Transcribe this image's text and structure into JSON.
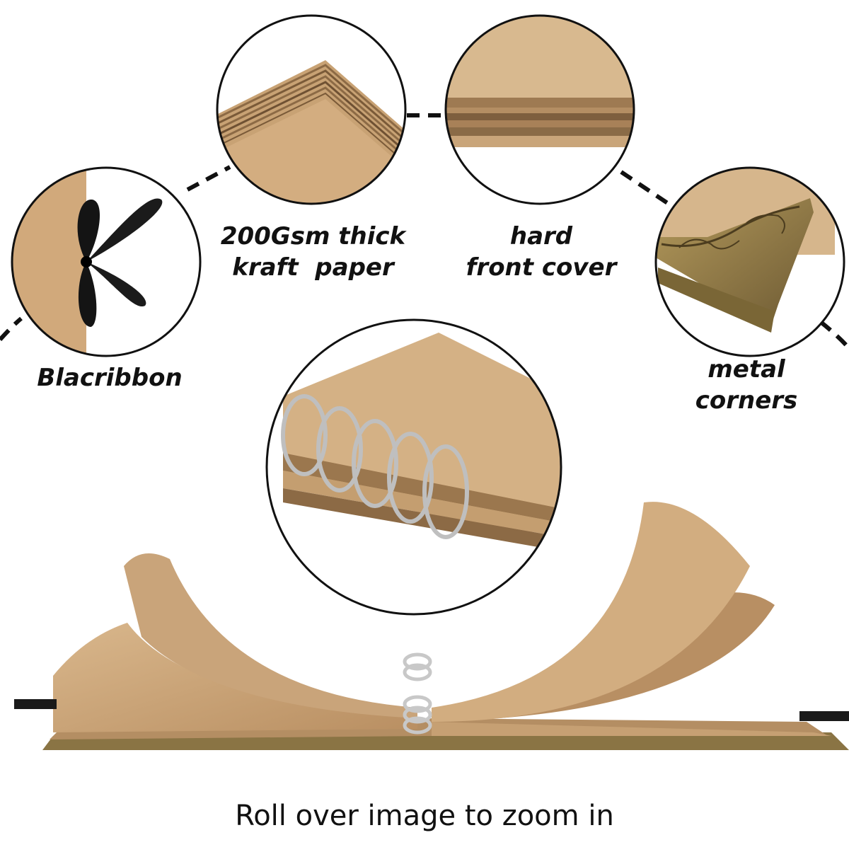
{
  "callouts": {
    "ribbon": {
      "label": "Blacribbon"
    },
    "paper": {
      "line1": "200Gsm thick",
      "line2": "kraft  paper"
    },
    "cover": {
      "line1": "hard",
      "line2": "front cover"
    },
    "corners": {
      "line1": "metal",
      "line2": "corners"
    }
  },
  "footer": {
    "text": "Roll over image to zoom in"
  },
  "colors": {
    "kraft": "#c9a47a",
    "kraft_dark": "#a9825a",
    "ribbon": "#111111",
    "metal": "#8a7444",
    "spiral": "#c8c8c8"
  }
}
